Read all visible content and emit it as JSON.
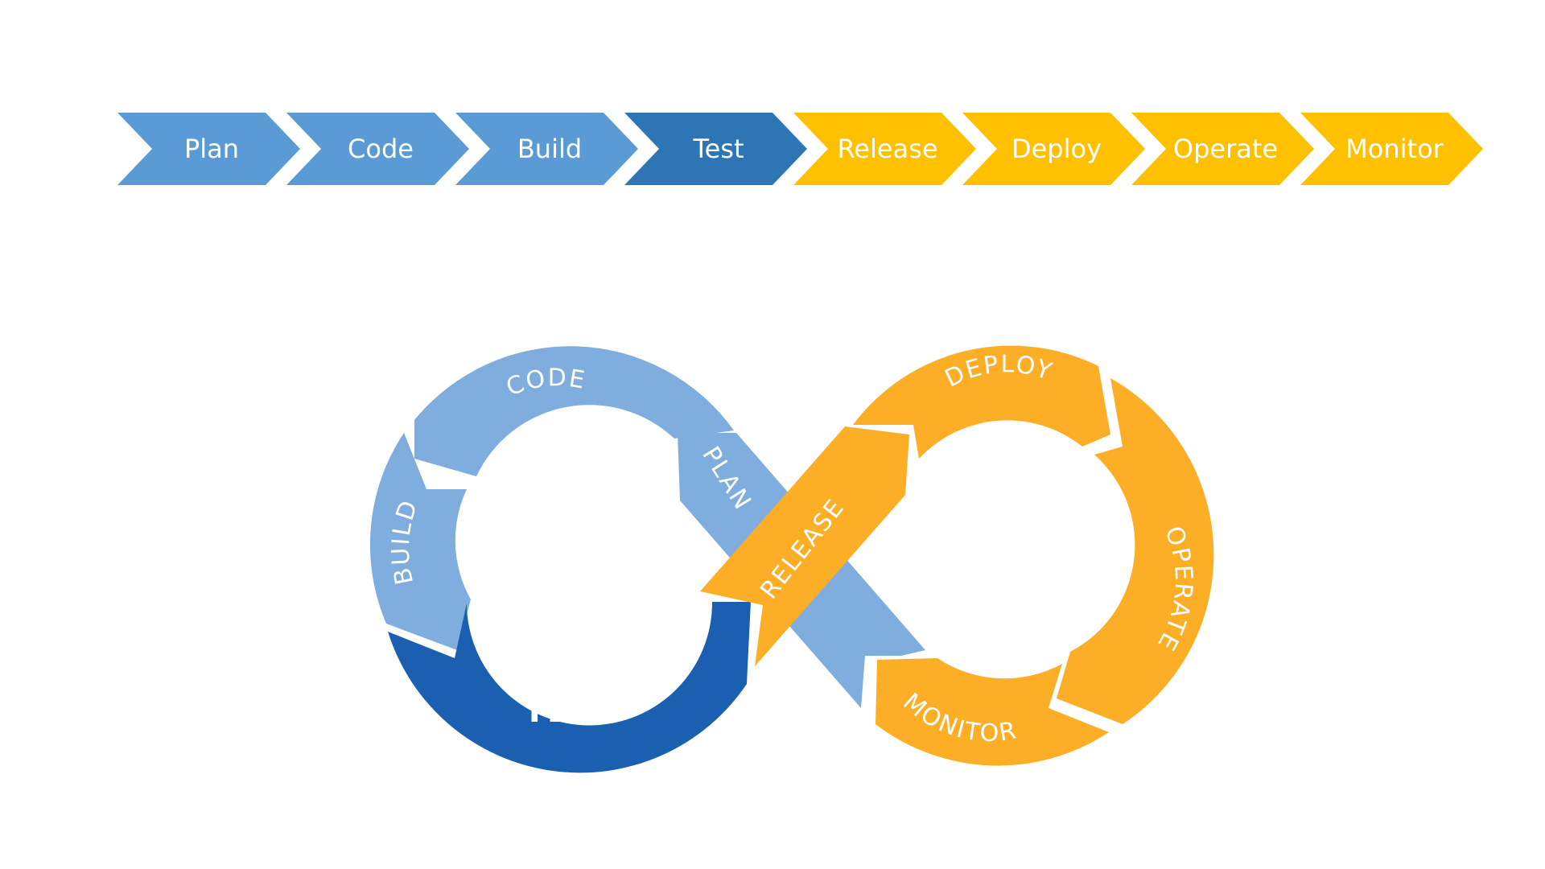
{
  "pipeline": {
    "steps": [
      {
        "label": "Plan",
        "color": "#5b9bd5"
      },
      {
        "label": "Code",
        "color": "#5b9bd5"
      },
      {
        "label": "Build",
        "color": "#5b9bd5"
      },
      {
        "label": "Test",
        "color": "#2e75b6"
      },
      {
        "label": "Release",
        "color": "#ffc000"
      },
      {
        "label": "Deploy",
        "color": "#ffc000"
      },
      {
        "label": "Operate",
        "color": "#ffc000"
      },
      {
        "label": "Monitor",
        "color": "#ffc000"
      }
    ]
  },
  "loop": {
    "code": "CODE",
    "plan": "PLAN",
    "build": "BUILD",
    "test": "TEST",
    "release": "RELEASE",
    "deploy": "DEPLOY",
    "operate": "OPERATE",
    "monitor": "MONITOR"
  },
  "colors": {
    "light_blue": "#7fadde",
    "dark_blue": "#1b5fb1",
    "orange": "#fbae26"
  }
}
